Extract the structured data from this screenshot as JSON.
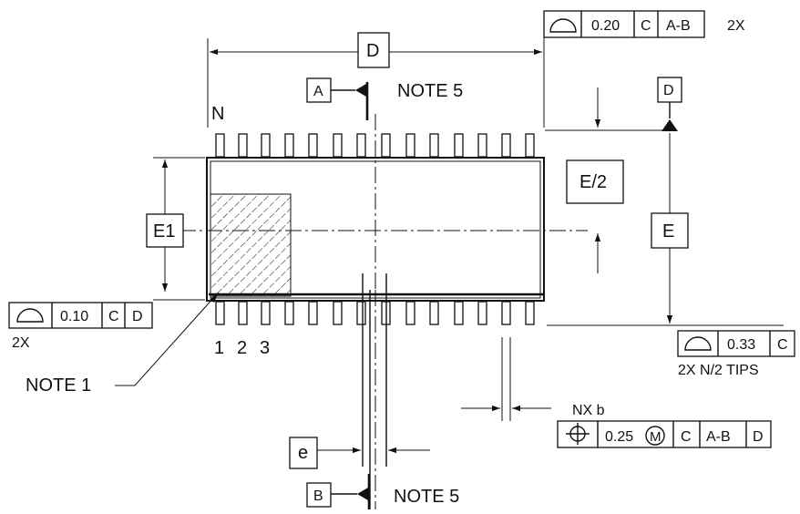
{
  "labels": {
    "d": "D",
    "e_half": "E/2",
    "e": "E",
    "e1": "E1",
    "pitch": "e",
    "n": "N",
    "pin1": "1",
    "pin2": "2",
    "pin3": "3",
    "note1": "NOTE 1",
    "note5_top": "NOTE 5",
    "note5_bottom": "NOTE 5",
    "nxb": "NX b"
  },
  "datums": {
    "a": "A",
    "b": "B",
    "d": "D"
  },
  "fcf_top": {
    "tol": "0.20",
    "ref1": "C",
    "ref2": "A-B",
    "mult": "2X"
  },
  "fcf_left": {
    "tol": "0.10",
    "ref1": "C",
    "ref2": "D",
    "mult": "2X"
  },
  "fcf_right": {
    "tol": "0.33",
    "ref1": "C",
    "note": "2X N/2 TIPS"
  },
  "fcf_position": {
    "tol": "0.25",
    "modifier": "M",
    "ref1": "C",
    "ref2": "A-B",
    "ref3": "D"
  }
}
